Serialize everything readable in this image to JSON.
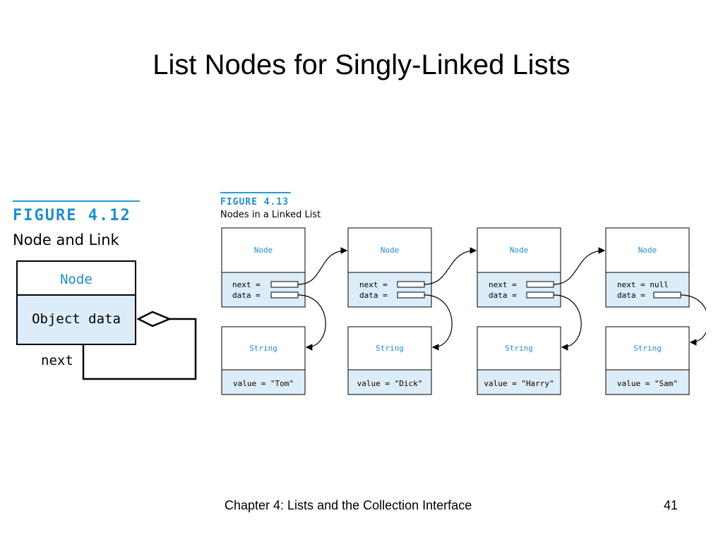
{
  "slide": {
    "title": "List Nodes for Singly-Linked Lists",
    "footer": "Chapter 4: Lists and the Collection Interface",
    "page_number": "41"
  },
  "figure_412": {
    "label": "FIGURE 4.12",
    "caption": "Node and Link",
    "node_class": "Node",
    "field": "Object data",
    "link_label": "next"
  },
  "figure_413": {
    "label": "FIGURE 4.13",
    "caption": "Nodes in a Linked List",
    "nodes": [
      {
        "class": "Node",
        "next_label": "next =",
        "data_label": "data ="
      },
      {
        "class": "Node",
        "next_label": "next =",
        "data_label": "data ="
      },
      {
        "class": "Node",
        "next_label": "next =",
        "data_label": "data ="
      },
      {
        "class": "Node",
        "next_label": "next = null",
        "data_label": "data ="
      }
    ],
    "strings": [
      {
        "class": "String",
        "value": "value = \"Tom\""
      },
      {
        "class": "String",
        "value": "value = \"Dick\""
      },
      {
        "class": "String",
        "value": "value = \"Harry\""
      },
      {
        "class": "String",
        "value": "value = \"Sam\""
      }
    ]
  },
  "colors": {
    "accent_blue": "#1e8fcc",
    "box_fill": "#dcecf8",
    "rule": "#2a9bd6"
  }
}
